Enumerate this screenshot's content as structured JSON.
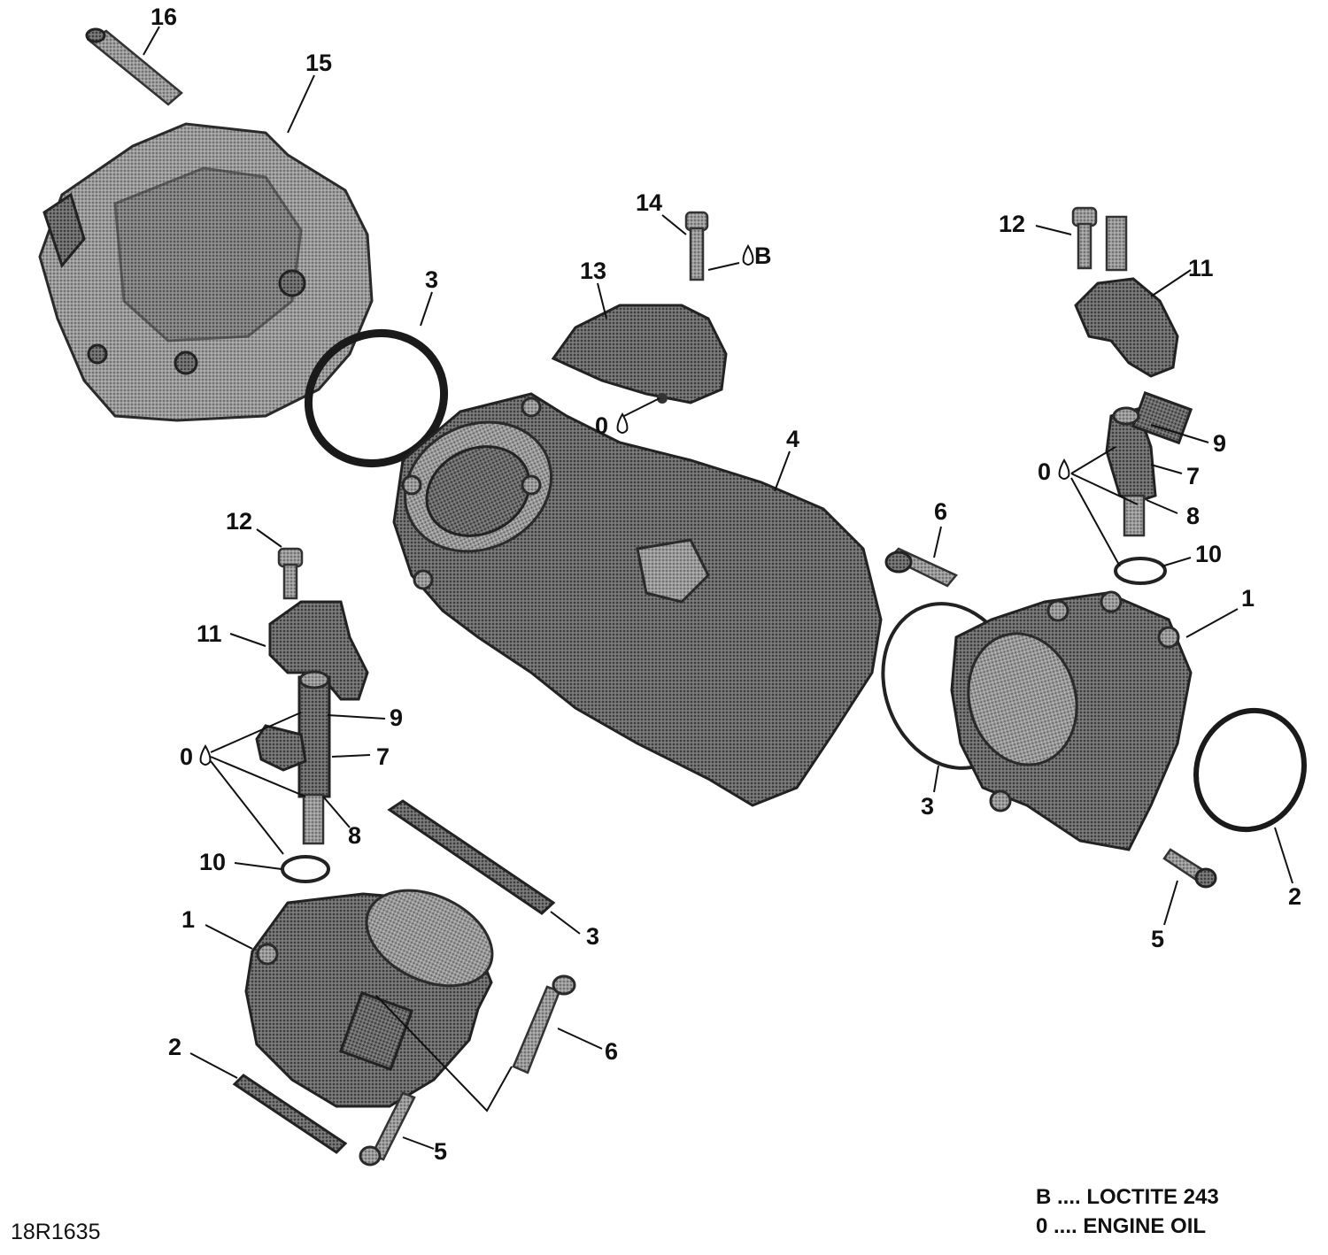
{
  "callouts": [
    {
      "id": "c16",
      "text": "16"
    },
    {
      "id": "c15",
      "text": "15"
    },
    {
      "id": "c3a",
      "text": "3"
    },
    {
      "id": "c14",
      "text": "14"
    },
    {
      "id": "c14b",
      "text": "B"
    },
    {
      "id": "c13",
      "text": "13"
    },
    {
      "id": "c13o",
      "text": "0"
    },
    {
      "id": "c12r",
      "text": "12"
    },
    {
      "id": "c11r",
      "text": "11"
    },
    {
      "id": "c9r",
      "text": "9"
    },
    {
      "id": "c0r",
      "text": "0"
    },
    {
      "id": "c7r",
      "text": "7"
    },
    {
      "id": "c8r",
      "text": "8"
    },
    {
      "id": "c10r",
      "text": "10"
    },
    {
      "id": "c4",
      "text": "4"
    },
    {
      "id": "c6r",
      "text": "6"
    },
    {
      "id": "c1r",
      "text": "1"
    },
    {
      "id": "c3r",
      "text": "3"
    },
    {
      "id": "c2r",
      "text": "2"
    },
    {
      "id": "c5r",
      "text": "5"
    },
    {
      "id": "c12l",
      "text": "12"
    },
    {
      "id": "c11l",
      "text": "11"
    },
    {
      "id": "c9l",
      "text": "9"
    },
    {
      "id": "c0l",
      "text": "0"
    },
    {
      "id": "c7l",
      "text": "7"
    },
    {
      "id": "c8l",
      "text": "8"
    },
    {
      "id": "c10l",
      "text": "10"
    },
    {
      "id": "c1l",
      "text": "1"
    },
    {
      "id": "c3l",
      "text": "3"
    },
    {
      "id": "c2l",
      "text": "2"
    },
    {
      "id": "c6l",
      "text": "6"
    },
    {
      "id": "c5l",
      "text": "5"
    }
  ],
  "legend": {
    "line_b": "B .... LOCTITE 243",
    "line_o": "0 .... ENGINE OIL"
  },
  "drawing_code": "18R1635"
}
